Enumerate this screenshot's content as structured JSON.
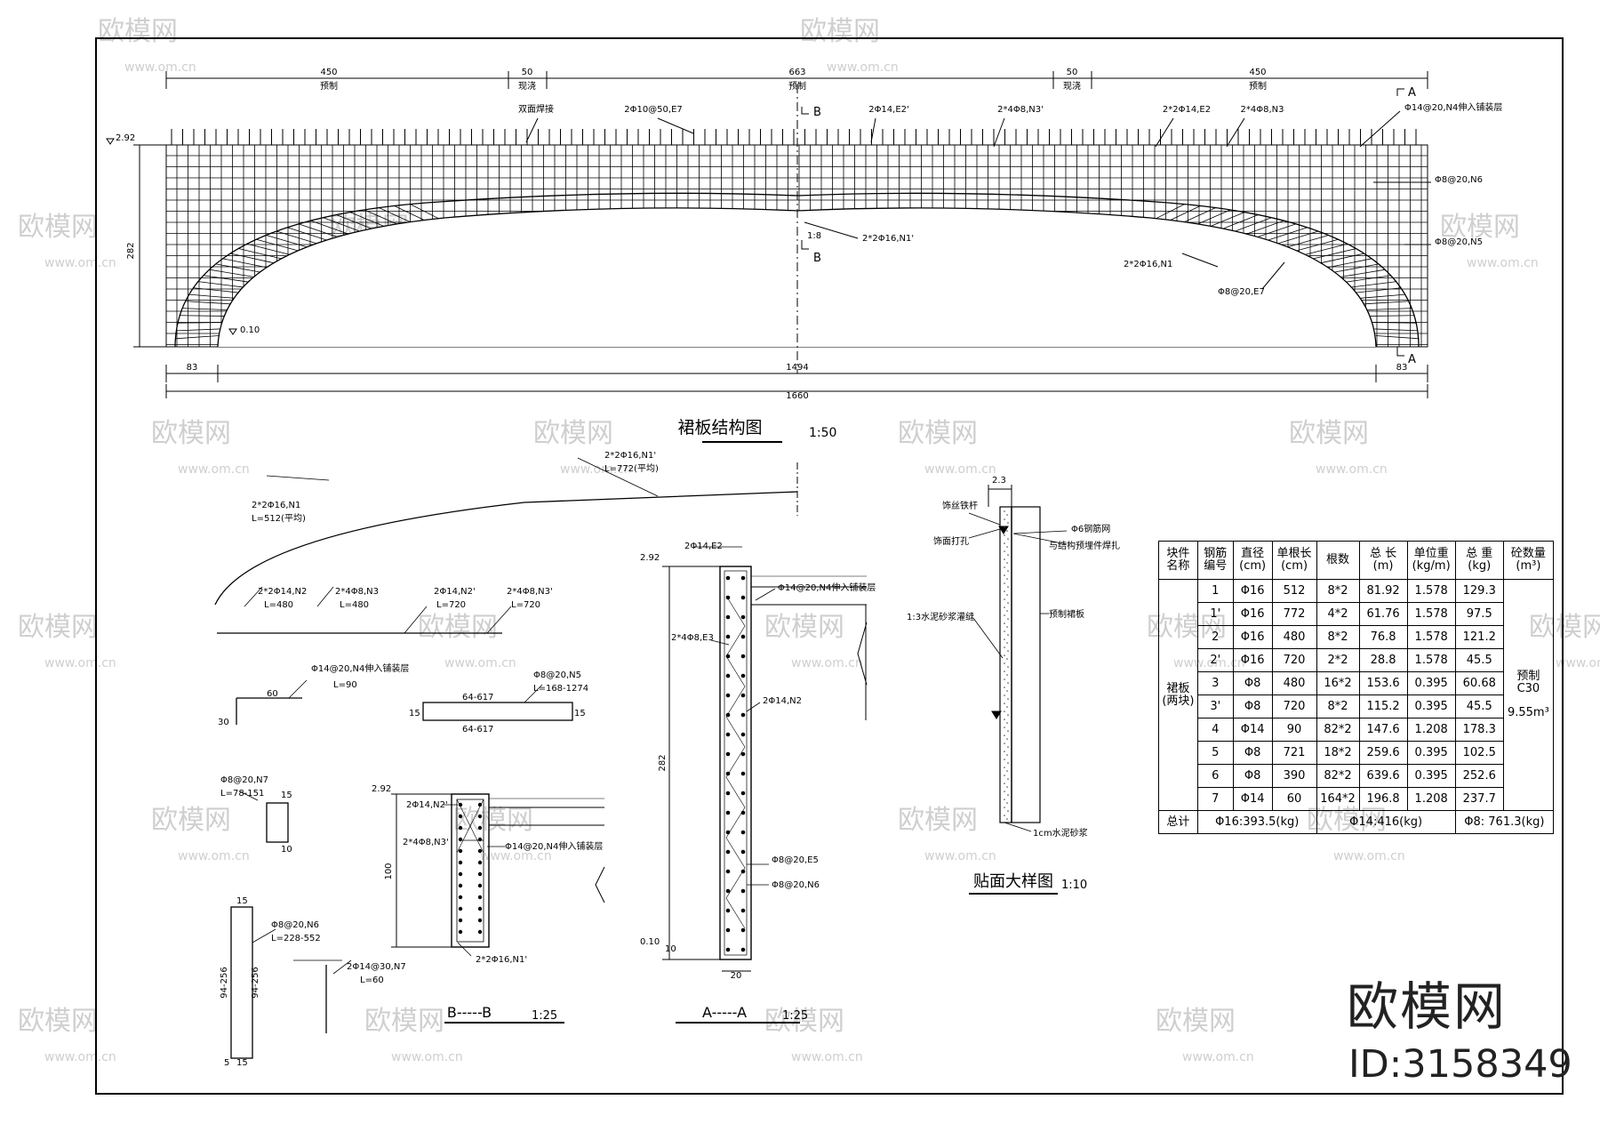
{
  "watermark": {
    "brand": "欧模网",
    "url": "www.om.cn",
    "id_text": "ID:3158349"
  },
  "elevation": {
    "title": "裙板结构图",
    "scale": "1:50",
    "dims_top": [
      "450",
      "50",
      "663",
      "50",
      "450"
    ],
    "dims_top_sub": [
      "预制",
      "现浇",
      "预制",
      "现浇",
      "预制"
    ],
    "dims_bottom": [
      "83",
      "1494",
      "83"
    ],
    "overall": "1660",
    "height_dim": "282",
    "level_top": "2.92",
    "level_bottom": "0.10",
    "labels": {
      "double_weld": "双面焊接",
      "l_e7": "2Φ10@50,E7",
      "l_e2": "2Φ14,E2'",
      "l_n3": "2*4Φ8,N3'",
      "l_e2b": "2*2Φ14,E2",
      "l_n3b": "2*4Φ8,N3",
      "l_n4": "Φ14@20,N4伸入铺装层",
      "l_n6": "Φ8@20,N6",
      "l_n5": "Φ8@20,N5",
      "l_n1p": "2*2Φ16,N1'",
      "l_n1": "2*2Φ16,N1",
      "l_e7b": "Φ8@20,E7",
      "l_mid": "1:8",
      "sec_a": "A",
      "sec_b": "B"
    }
  },
  "details": {
    "n1p": "2*2Φ16,N1'",
    "n1p_len": "L=772(平均)",
    "n1": "2*2Φ16,N1",
    "n1_len": "L=512(平均)",
    "n2": "2*2Φ14,N2",
    "n2_len": "L=480",
    "n3": "2*4Φ8,N3",
    "n3_len": "L=480",
    "n2p": "2Φ14,N2'",
    "n2p_len": "L=720",
    "n3p": "2*4Φ8,N3'",
    "n3p_len": "L=720",
    "n4": "Φ14@20,N4伸入铺装层",
    "n4_len": "L=90",
    "n4_dim_a": "60",
    "n4_dim_b": "30",
    "n5": "Φ8@20,N5",
    "n5_len": "L=168-1274",
    "n5_dim": "64-617",
    "n5_dim_b": "15",
    "n7": "Φ8@20,N7",
    "n7_len": "L=78-151",
    "n7_dim": "15",
    "n7_dim_b": "10",
    "n6": "Φ8@20,N6",
    "n6_len": "L=228-552",
    "n6_dim": "94-256",
    "n6_dim_b": "15",
    "n6_dim_c": "5",
    "n7b": "2Φ14@30,N7",
    "n7b_len": "L=60"
  },
  "section_bb": {
    "title": "B-----B",
    "scale": "1:25",
    "level": "2.92",
    "labels": [
      "2Φ14,N2'",
      "2*4Φ8,N3'",
      "Φ14@20,N4伸入铺装层",
      "2*2Φ16,N1'"
    ],
    "dim": "100"
  },
  "section_aa": {
    "title": "A-----A",
    "scale": "1:25",
    "level_top": "2.92",
    "level_bottom": "0.10",
    "labels": [
      "2Φ14,E2",
      "Φ14@20,N4伸入铺装层",
      "2*4Φ8,E3",
      "2Φ14,N2",
      "Φ8@20,E5",
      "Φ8@20,N6"
    ],
    "dim_h": "282",
    "dim_w": "20",
    "dim_side": "10"
  },
  "facing": {
    "title": "贴面大样图",
    "scale": "1:10",
    "dim_top": "2.3",
    "labels": [
      "饰丝铁杆",
      "饰面打孔",
      "Φ6钢筋网",
      "与结构预埋件焊扎",
      "预制裙板",
      "1:3水泥砂浆灌缝"
    ],
    "bottom_note": "1cm水泥砂浆"
  },
  "table": {
    "headers": [
      "块件名称",
      "钢筋编号",
      "直径(cm)",
      "单根长(cm)",
      "根数",
      "总 长(m)",
      "单位重(kg/m)",
      "总 重(kg)",
      "砼数量(m³)"
    ],
    "group_name": "裙板(两块)",
    "concrete_1": "预制C30",
    "concrete_2": "9.55m³",
    "rows": [
      [
        "1",
        "Φ16",
        "512",
        "8*2",
        "81.92",
        "1.578",
        "129.3"
      ],
      [
        "1'",
        "Φ16",
        "772",
        "4*2",
        "61.76",
        "1.578",
        "97.5"
      ],
      [
        "2",
        "Φ16",
        "480",
        "8*2",
        "76.8",
        "1.578",
        "121.2"
      ],
      [
        "2'",
        "Φ16",
        "720",
        "2*2",
        "28.8",
        "1.578",
        "45.5"
      ],
      [
        "3",
        "Φ8",
        "480",
        "16*2",
        "153.6",
        "0.395",
        "60.68"
      ],
      [
        "3'",
        "Φ8",
        "720",
        "8*2",
        "115.2",
        "0.395",
        "45.5"
      ],
      [
        "4",
        "Φ14",
        "90",
        "82*2",
        "147.6",
        "1.208",
        "178.3"
      ],
      [
        "5",
        "Φ8",
        "721",
        "18*2",
        "259.6",
        "0.395",
        "102.5"
      ],
      [
        "6",
        "Φ8",
        "390",
        "82*2",
        "639.6",
        "0.395",
        "252.6"
      ],
      [
        "7",
        "Φ14",
        "60",
        "164*2",
        "196.8",
        "1.208",
        "237.7"
      ]
    ],
    "total_label": "总计",
    "total_16": "Φ16:393.5(kg)",
    "total_14": "Φ14:416(kg)",
    "total_8": "Φ8: 761.3(kg)"
  }
}
